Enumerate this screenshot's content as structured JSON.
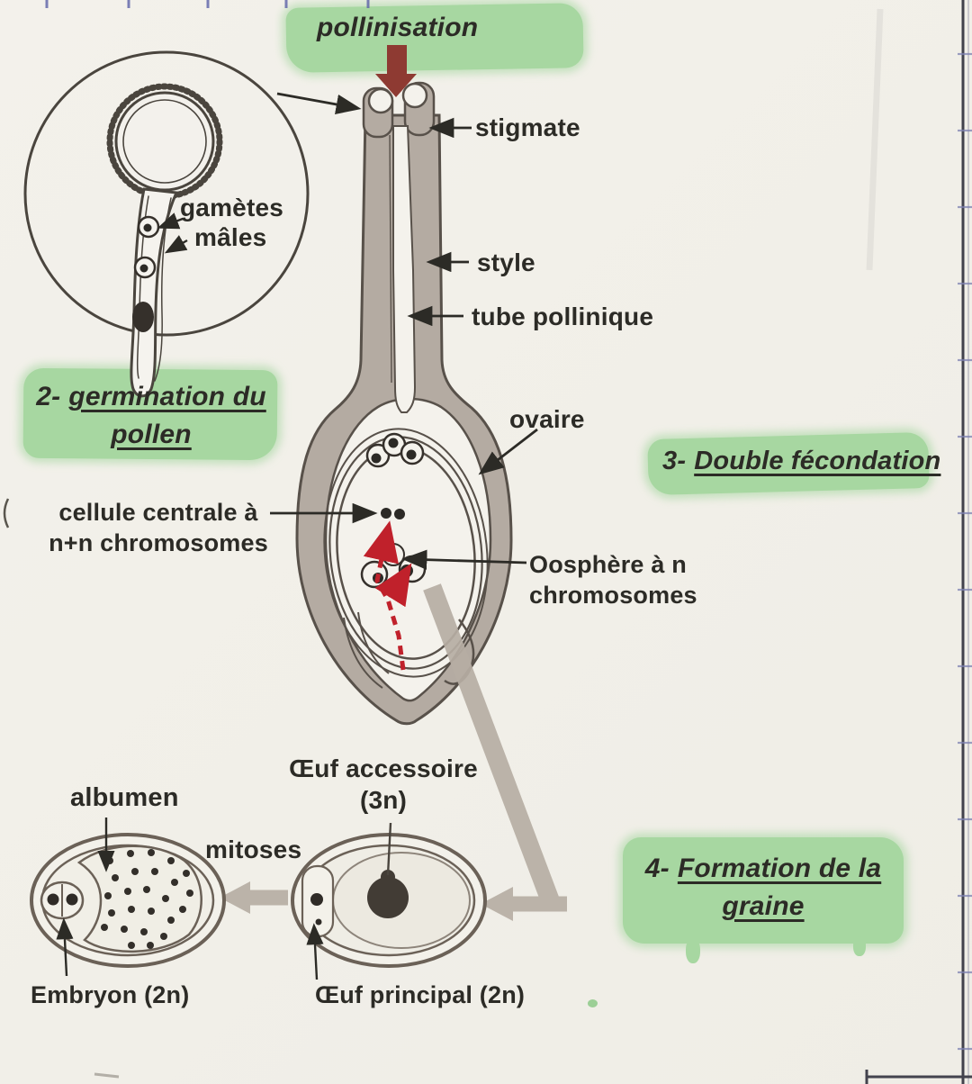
{
  "page": {
    "background_color": "#f2f0ea",
    "highlight_color": "#a7d7a1",
    "ink_color": "#2c2b26",
    "pollination_arrow_color": "#8e3a32",
    "fertilization_path_color": "#c0212b",
    "structure_gray_color": "#b4aba2"
  },
  "labels": {
    "pollinisation": "pollinisation",
    "stigmate": "stigmate",
    "gametes_line1": "gamètes",
    "gametes_line2": "mâles",
    "style": "style",
    "tube_pollinique": "tube pollinique",
    "ovaire": "ovaire",
    "cellule_centrale_line1": "cellule centrale à",
    "cellule_centrale_line2": "n+n chromosomes",
    "oosphere_line1": "Oosphère à n",
    "oosphere_line2": "chromosomes",
    "oeuf_accessoire_line1": "Œuf accessoire",
    "oeuf_accessoire_line2": "(3n)",
    "albumen": "albumen",
    "mitoses": "mitoses",
    "embryon": "Embryon (2n)",
    "oeuf_principal": "Œuf principal (2n)"
  },
  "steps": {
    "step2": {
      "prefix": "2-",
      "line1": "germination du",
      "line2": "pollen"
    },
    "step3": {
      "prefix": "3-",
      "line1": "Double fécondation"
    },
    "step4": {
      "prefix": "4-",
      "line1": "Formation de la",
      "line2": "graine"
    }
  }
}
